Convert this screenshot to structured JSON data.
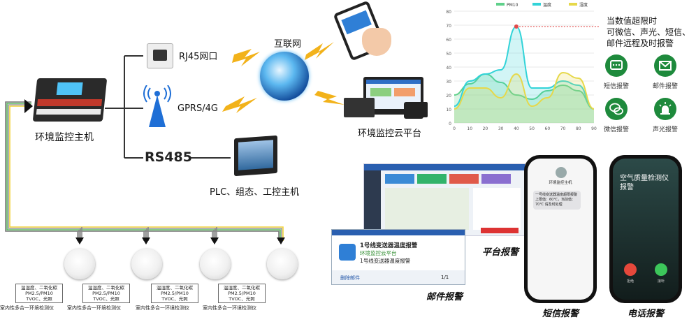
{
  "host_label": "环境监控主机",
  "rj45_label": "RJ45网口",
  "gprs_label": "GPRS/4G",
  "rs485_label": "RS485",
  "internet_label": "互联网",
  "cloud_label": "环境监控云平台",
  "plc_label": "PLC、组态、工控主机",
  "sensor_lines": [
    "温湿度、二氧化碳",
    "PM2.5/PM10",
    "TVOC、光照"
  ],
  "sensor_name": "室内性多合一环境检测仪",
  "chart_data": {
    "type": "line",
    "x": [
      0,
      10,
      20,
      30,
      40,
      50,
      60,
      70,
      80,
      90
    ],
    "xticks": [
      "0",
      "10",
      "20",
      "30",
      "40",
      "50",
      "60",
      "70",
      "80",
      "90"
    ],
    "yticks": [
      "0",
      "10",
      "20",
      "30",
      "40",
      "50",
      "60",
      "70",
      "80"
    ],
    "ylim": [
      0,
      80
    ],
    "xlim": [
      0,
      90
    ],
    "legend": [
      "PM10",
      "温度",
      "湿度"
    ],
    "series": [
      {
        "name": "PM10",
        "values": [
          20,
          28,
          35,
          29,
          20,
          17,
          23,
          27,
          23,
          10
        ],
        "color": "#5fd08a"
      },
      {
        "name": "温度",
        "values": [
          12,
          30,
          35,
          38,
          69,
          25,
          25,
          30,
          27,
          10
        ],
        "color": "#32d3d8"
      },
      {
        "name": "湿度",
        "values": [
          10,
          25,
          25,
          18,
          35,
          12,
          18,
          36,
          32,
          10
        ],
        "color": "#e6d84a"
      }
    ],
    "threshold": 69
  },
  "threshold_text": [
    "当数值超限时",
    "可微信、声光、短信、",
    "邮件远程及时报警"
  ],
  "alarm_icons": [
    {
      "label": "短信报警",
      "icon": "sms-icon"
    },
    {
      "label": "邮件报警",
      "icon": "mail-icon"
    },
    {
      "label": "微信报警",
      "icon": "wechat-icon"
    },
    {
      "label": "声光报警",
      "icon": "siren-icon"
    }
  ],
  "popup": {
    "title": "1号线变送器温度报警",
    "source": "环境监控云平台",
    "body": "1号线变送器温度报警",
    "delete": "删除邮件",
    "pager": "1/1"
  },
  "platform_alarm_label": "平台报警",
  "email_alarm_label": "邮件报警",
  "sms_alarm_label": "短信报警",
  "call_alarm_label": "电话报警",
  "sms_phone": {
    "sender": "环境监控主机",
    "message": "一号线变送器温度超限报警 上限值：60℃，当前值：70℃ 请及时处理"
  },
  "call_phone": {
    "caller": "空气质量检测仪报警",
    "decline": "拒绝",
    "accept": "接听"
  }
}
